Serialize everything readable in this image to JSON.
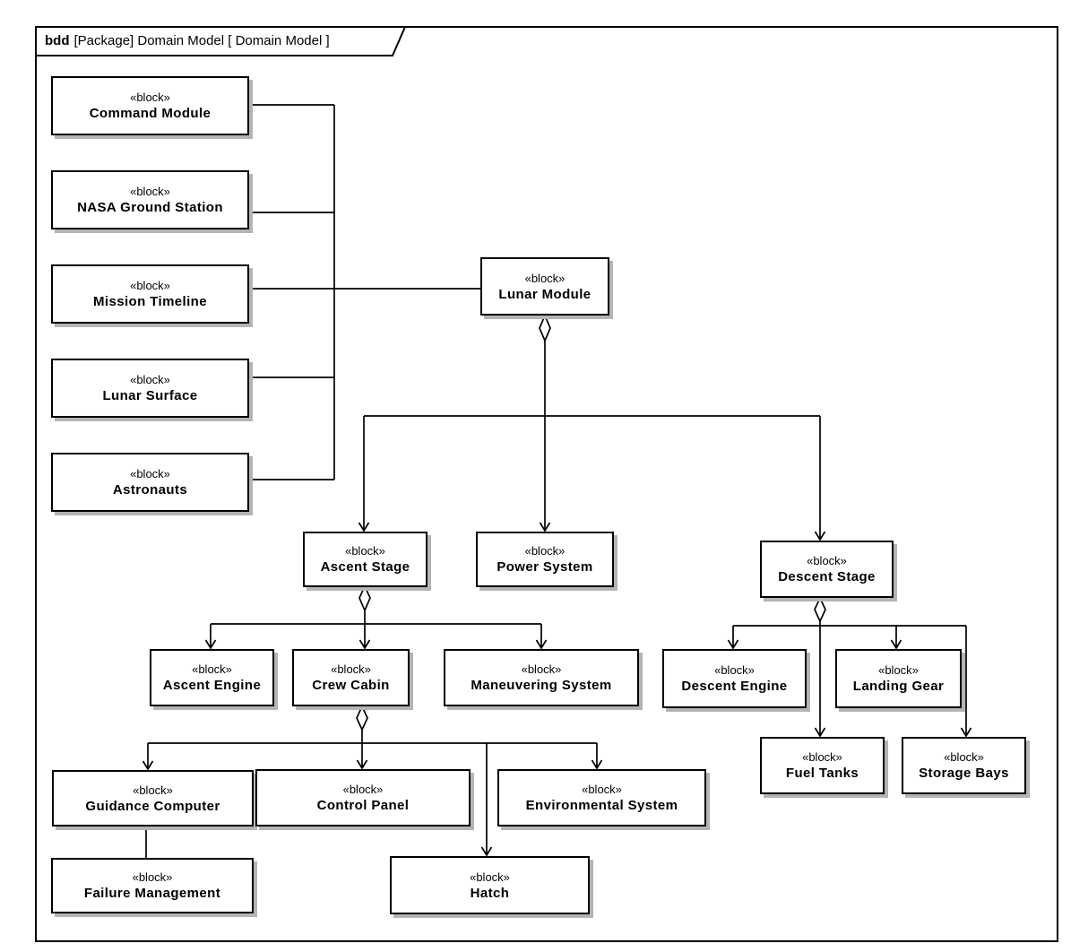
{
  "frame": {
    "heading_keyword": "bdd",
    "heading_text": "[Package] Domain Model [ Domain Model ]"
  },
  "stereotype_label": "«block»",
  "blocks": {
    "command_module": "Command Module",
    "nasa_ground_station": "NASA Ground Station",
    "mission_timeline": "Mission Timeline",
    "lunar_surface": "Lunar Surface",
    "astronauts": "Astronauts",
    "lunar_module": "Lunar Module",
    "ascent_stage": "Ascent Stage",
    "power_system": "Power System",
    "descent_stage": "Descent Stage",
    "ascent_engine": "Ascent Engine",
    "crew_cabin": "Crew Cabin",
    "maneuvering_system": "Maneuvering System",
    "descent_engine": "Descent Engine",
    "landing_gear": "Landing Gear",
    "fuel_tanks": "Fuel Tanks",
    "storage_bays": "Storage Bays",
    "guidance_computer": "Guidance Computer",
    "control_panel": "Control Panel",
    "environmental_system": "Environmental System",
    "failure_management": "Failure Management",
    "hatch": "Hatch"
  },
  "relationships": {
    "associations": [
      {
        "from": "Command Module",
        "to": "Lunar Module"
      },
      {
        "from": "NASA Ground Station",
        "to": "Lunar Module"
      },
      {
        "from": "Mission Timeline",
        "to": "Lunar Module"
      },
      {
        "from": "Lunar Surface",
        "to": "Lunar Module"
      },
      {
        "from": "Astronauts",
        "to": "Lunar Module"
      },
      {
        "from": "Guidance Computer",
        "to": "Failure Management"
      }
    ],
    "aggregations": [
      {
        "whole": "Lunar Module",
        "parts": [
          "Ascent Stage",
          "Power System",
          "Descent Stage"
        ]
      },
      {
        "whole": "Ascent Stage",
        "parts": [
          "Ascent Engine",
          "Crew Cabin",
          "Maneuvering System"
        ]
      },
      {
        "whole": "Crew Cabin",
        "parts": [
          "Guidance Computer",
          "Control Panel",
          "Environmental System",
          "Hatch"
        ]
      },
      {
        "whole": "Descent Stage",
        "parts": [
          "Descent Engine",
          "Landing Gear",
          "Fuel Tanks",
          "Storage Bays"
        ]
      }
    ]
  },
  "colors": {
    "line": "#000000",
    "block_fill": "#ffffff",
    "shadow": "#b4b4b4",
    "background": "#ffffff"
  }
}
